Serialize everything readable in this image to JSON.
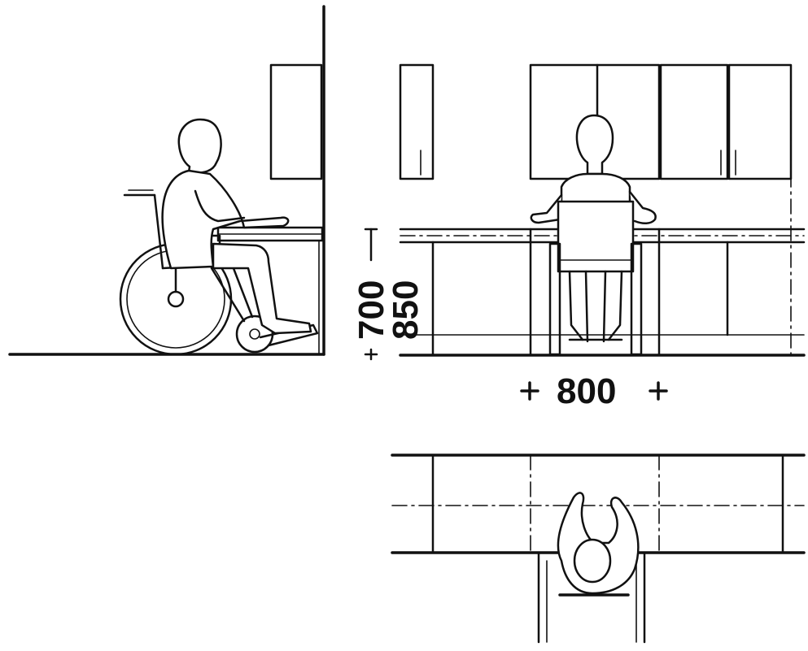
{
  "dimensions": {
    "knee_clearance_height": "700",
    "worktop_height": "850",
    "clear_width": "800"
  },
  "colors": {
    "ink": "#111111",
    "paper": "#ffffff"
  }
}
